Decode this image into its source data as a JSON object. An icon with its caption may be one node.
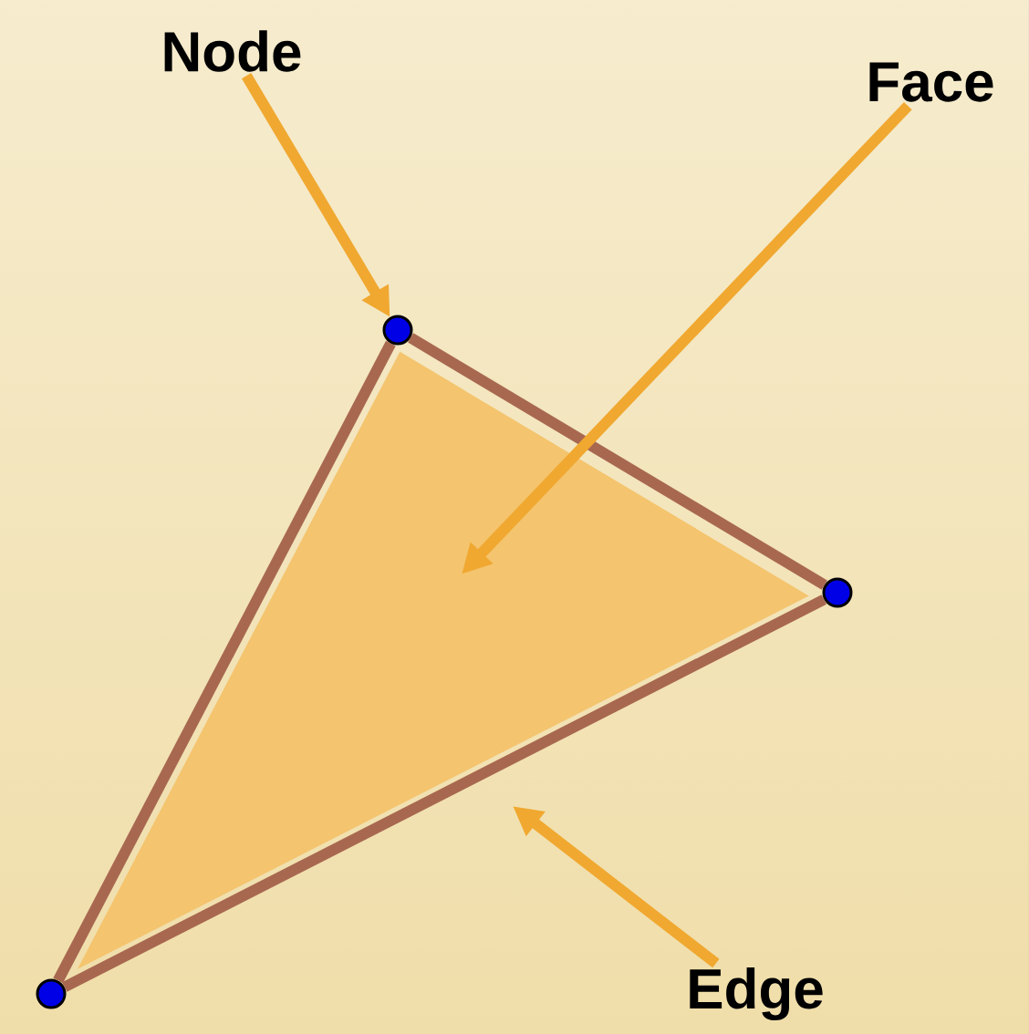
{
  "diagram": {
    "nodes": [
      {
        "text": [
          "Node"
        ]
      },
      {
        "text": [
          "Face"
        ]
      },
      {
        "text": [],
        "shape": "circle"
      },
      {
        "text": [],
        "shape": "triangle"
      },
      {
        "text": [],
        "shape": "circle"
      },
      {
        "text": [],
        "shape": "circle"
      },
      {
        "text": [
          "Edge"
        ]
      }
    ],
    "edges": [
      {
        "from": 0,
        "to": 2,
        "arrow": "to",
        "color": "#f0a830"
      },
      {
        "from": 1,
        "to": 3,
        "arrow": "to",
        "color": "#f0a830"
      },
      {
        "from": 6,
        "to": null,
        "arrow": "to",
        "color": "#f0a830"
      },
      {
        "from": 2,
        "to": 4,
        "arrow": "none",
        "color": "#a86850"
      },
      {
        "from": 4,
        "to": 5,
        "arrow": "none",
        "color": "#a86850"
      },
      {
        "from": 5,
        "to": 2,
        "arrow": "none",
        "color": "#a86850"
      }
    ]
  }
}
